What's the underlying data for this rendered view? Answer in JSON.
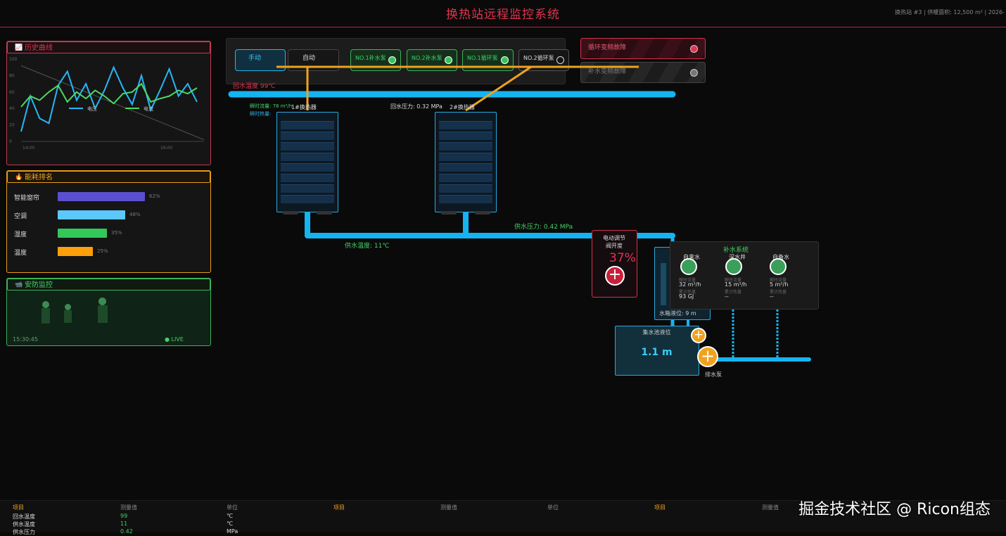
{
  "header": {
    "title": "换热站远程监控系统",
    "info": "换热站 #3  |  供暖面积: 12,500 m²  |  2026-"
  },
  "history_panel": {
    "title": "历史曲线",
    "icon": "chart-icon"
  },
  "chart_data": {
    "type": "line",
    "x_ticks": [
      "14:00",
      "16:00"
    ],
    "ylim": [
      0,
      100
    ],
    "y_ticks": [
      0,
      20,
      40,
      60,
      80,
      100
    ],
    "series": [
      {
        "name": "电压",
        "color": "#29b6f6",
        "values": [
          12,
          55,
          28,
          22,
          68,
          85,
          50,
          70,
          40,
          62,
          90,
          65,
          45,
          80,
          38,
          62,
          88,
          55,
          70,
          48
        ]
      },
      {
        "name": "电流",
        "color": "#4cd964",
        "values": [
          42,
          55,
          50,
          60,
          68,
          48,
          60,
          52,
          62,
          55,
          46,
          58,
          60,
          70,
          48,
          52,
          55,
          62,
          58,
          65
        ]
      }
    ],
    "trend": {
      "from": 92,
      "to": 2,
      "color": "#555"
    }
  },
  "rank_panel": {
    "title": "能耗排名",
    "icon": "fire-icon",
    "items": [
      {
        "label": "智能窗帘",
        "pct": "62%",
        "value": 62,
        "color": "#5b4fcf"
      },
      {
        "label": "空调",
        "pct": "48%",
        "value": 48,
        "color": "#5ac8fa"
      },
      {
        "label": "湿度",
        "pct": "35%",
        "value": 35,
        "color": "#34c759"
      },
      {
        "label": "温度",
        "pct": "25%",
        "value": 25,
        "color": "#ff9f0a"
      }
    ]
  },
  "security_panel": {
    "title": "安防监控",
    "icon": "camera-icon",
    "time": "15:30:45",
    "live": "● LIVE"
  },
  "controls": {
    "manual": "手动",
    "auto": "自动",
    "pumps": [
      {
        "label": "NO.1补水泵",
        "on": true
      },
      {
        "label": "NO.2补水泵",
        "on": true
      },
      {
        "label": "NO.1循环泵",
        "on": true
      },
      {
        "label": "NO.2循环泵",
        "on": false
      }
    ]
  },
  "alarms": [
    {
      "label": "循环变频故障",
      "active": true
    },
    {
      "label": "补水变频故障",
      "active": false
    }
  ],
  "process": {
    "return_temp": "回水温度 99℃",
    "flow": "瞬时流量: 78 m³/h",
    "heat": "瞬时热量: ",
    "hx1": "1#换热器",
    "hx2": "2#换热器",
    "return_pressure": "回水压力: 0.32 MPa",
    "supply_pressure": "供水压力: 0.42 MPa",
    "supply_temp": "供水温度: 11℃",
    "valve_title1": "电动调节",
    "valve_title2": "阀开度",
    "valve_pct": "37%",
    "level_label": "水箱液位: ",
    "level_value": "9 m",
    "tank_title": "集水池液位",
    "tank_value": "1.1 m",
    "drain_pump": "排水泵"
  },
  "makeup": {
    "title": "补水系统",
    "units": [
      {
        "name": "自来水",
        "flow": "32 m³/h",
        "heat": "93 GJ",
        "sub1": "瞬时流量",
        "sub2": "累计热量"
      },
      {
        "name": "深水井",
        "flow": "15 m³/h",
        "heat": "--",
        "sub1": "瞬时流量",
        "sub2": "累计热量"
      },
      {
        "name": "自备水",
        "flow": "5 m³/h",
        "heat": "--",
        "sub1": "瞬时流量",
        "sub2": "累计热量"
      }
    ]
  },
  "footer": {
    "headers": [
      "项目",
      "测量值",
      "单位",
      "项目",
      "测量值",
      "单位",
      "项目",
      "测量值"
    ],
    "rows": [
      [
        "回水温度",
        "99",
        "℃"
      ],
      [
        "供水温度",
        "11",
        "℃"
      ],
      [
        "供水压力",
        "0.42",
        "MPa"
      ]
    ]
  },
  "watermark": "掘金技术社区 @ Ricon组态"
}
